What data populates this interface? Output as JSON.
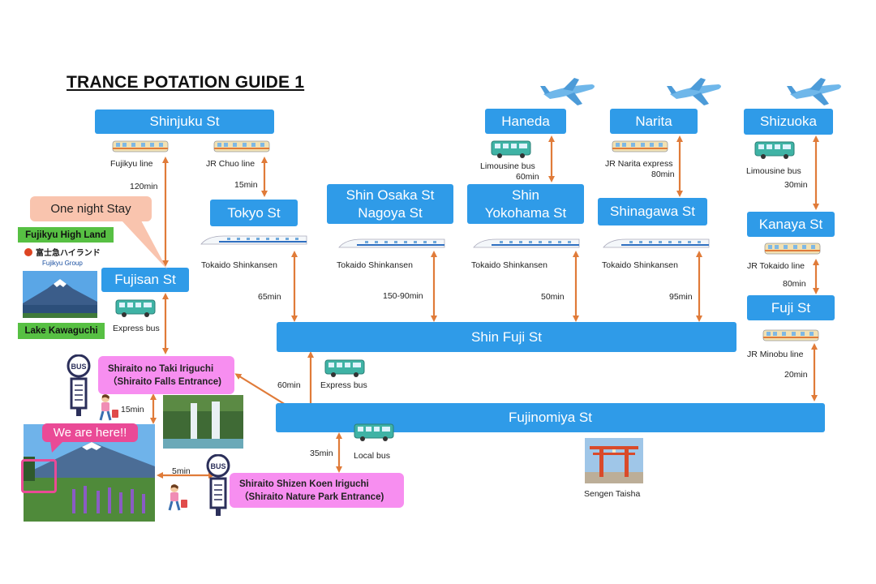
{
  "title": "TRANCE POTATION GUIDE 1",
  "stations": {
    "shinjuku": "Shinjuku St",
    "tokyo": "Tokyo St",
    "fujisan": "Fujisan St",
    "shin_osaka": "Shin Osaka St",
    "nagoya": "Nagoya St",
    "shin": "Shin",
    "yokohama": "Yokohama St",
    "haneda": "Haneda",
    "narita": "Narita",
    "shinagawa": "Shinagawa St",
    "shizuoka": "Shizuoka",
    "kanaya": "Kanaya St",
    "fuji": "Fuji St",
    "shin_fuji": "Shin Fuji St",
    "fujinomiya": "Fujinomiya St"
  },
  "labels": {
    "fujikyu_line": "Fujikyu line",
    "jr_chuo_line": "JR Chuo line",
    "min_120": "120min",
    "min_15a": "15min",
    "tokaido_1": "Tokaido Shinkansen",
    "tokaido_2": "Tokaido Shinkansen",
    "tokaido_3": "Tokaido Shinkansen",
    "tokaido_4": "Tokaido Shinkansen",
    "min_65": "65min",
    "min_150_90": "150-90min",
    "min_50": "50min",
    "min_95": "95min",
    "limousine_haneda": "Limousine bus",
    "min_60_haneda": "60min",
    "jr_narita_express": "JR Narita express",
    "min_80_narita": "80min",
    "limousine_shizuoka": "Limousine bus",
    "min_30": "30min",
    "jr_tokaido_line": "JR Tokaido line",
    "min_80_kanaya": "80min",
    "jr_minobu_line": "JR Minobu line",
    "min_20": "20min",
    "express_bus_fujisan": "Express bus",
    "express_bus_shinfuji": "Express bus",
    "min_60": "60min",
    "min_15b": "15min",
    "min_5": "5min",
    "min_35": "35min",
    "local_bus": "Local bus",
    "sengen_taisha": "Sengen Taisha"
  },
  "callouts": {
    "one_night": "One night Stay",
    "we_are_here": "We are here!!"
  },
  "attractions": {
    "fujikyu_high_land": "Fujikyu High Land",
    "fujikyu_logo_jp": "富士急ハイランド",
    "fujikyu_group": "Fujikyu Group",
    "lake_kawaguchi": "Lake Kawaguchi"
  },
  "stops": {
    "taki_1": "Shiraito no Taki Iriguchi",
    "taki_2": "（Shiraito Falls Entrance)",
    "shizen_1": "Shiraito Shizen Koen Iriguchi",
    "shizen_2": "（Shiraito Nature Park Entrance)",
    "bus_sign": "BUS"
  },
  "colors": {
    "station_blue": "#2f9be8",
    "arrow_orange": "#e07b39",
    "stop_pink": "#f78ef0",
    "callout_peach": "#f9c4ae",
    "here_pink": "#ea4a96",
    "label_green": "#57c043"
  },
  "icons": [
    "train-icon",
    "bus-icon",
    "shinkansen-icon",
    "airplane-icon",
    "bus-stop-sign-icon",
    "traveler-icon"
  ]
}
